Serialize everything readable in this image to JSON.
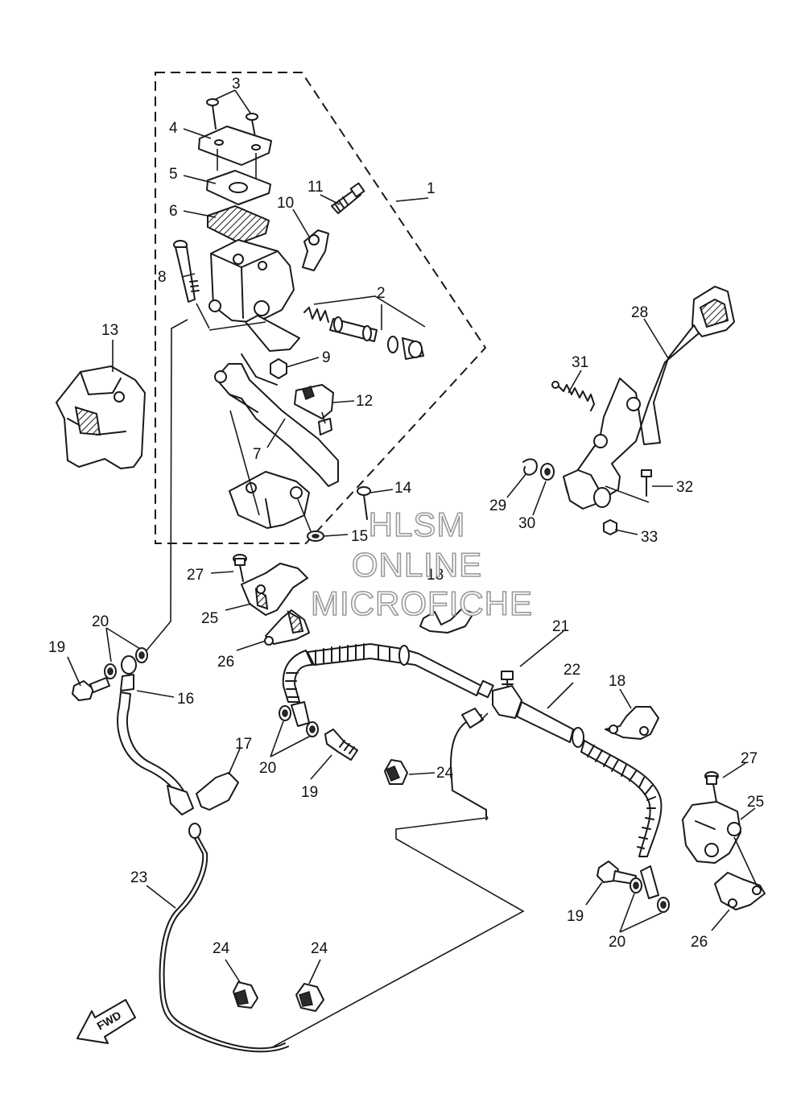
{
  "watermark": {
    "line1": "HLSM",
    "line2": "ONLINE",
    "line3": "MICROFICHE"
  },
  "direction_label": "FWD",
  "callouts": [
    "1",
    "2",
    "3",
    "4",
    "5",
    "6",
    "7",
    "8",
    "9",
    "10",
    "11",
    "12",
    "13",
    "14",
    "15",
    "16",
    "17",
    "18",
    "19",
    "20",
    "21",
    "22",
    "23",
    "24",
    "25",
    "26",
    "27",
    "28",
    "29",
    "30",
    "31",
    "32",
    "33"
  ]
}
